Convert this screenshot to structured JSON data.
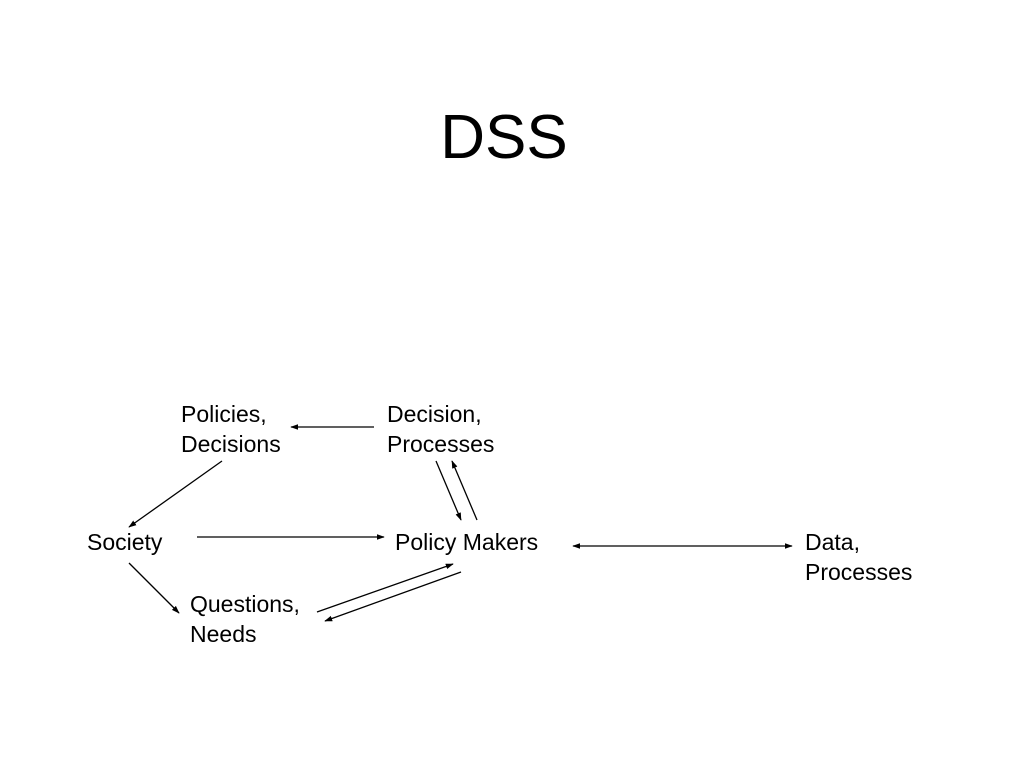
{
  "slide": {
    "title": "DSS"
  },
  "nodes": {
    "policies_decisions": {
      "line1": "Policies,",
      "line2": "Decisions"
    },
    "decision_processes": {
      "line1": "Decision,",
      "line2": "Processes"
    },
    "society": {
      "label": "Society"
    },
    "policy_makers": {
      "label": "Policy Makers"
    },
    "data_processes": {
      "line1": "Data,",
      "line2": "Processes"
    },
    "questions_needs": {
      "line1": "Questions,",
      "line2": "Needs"
    }
  },
  "colors": {
    "background": "#ffffff",
    "text": "#000000",
    "arrow": "#000000"
  }
}
